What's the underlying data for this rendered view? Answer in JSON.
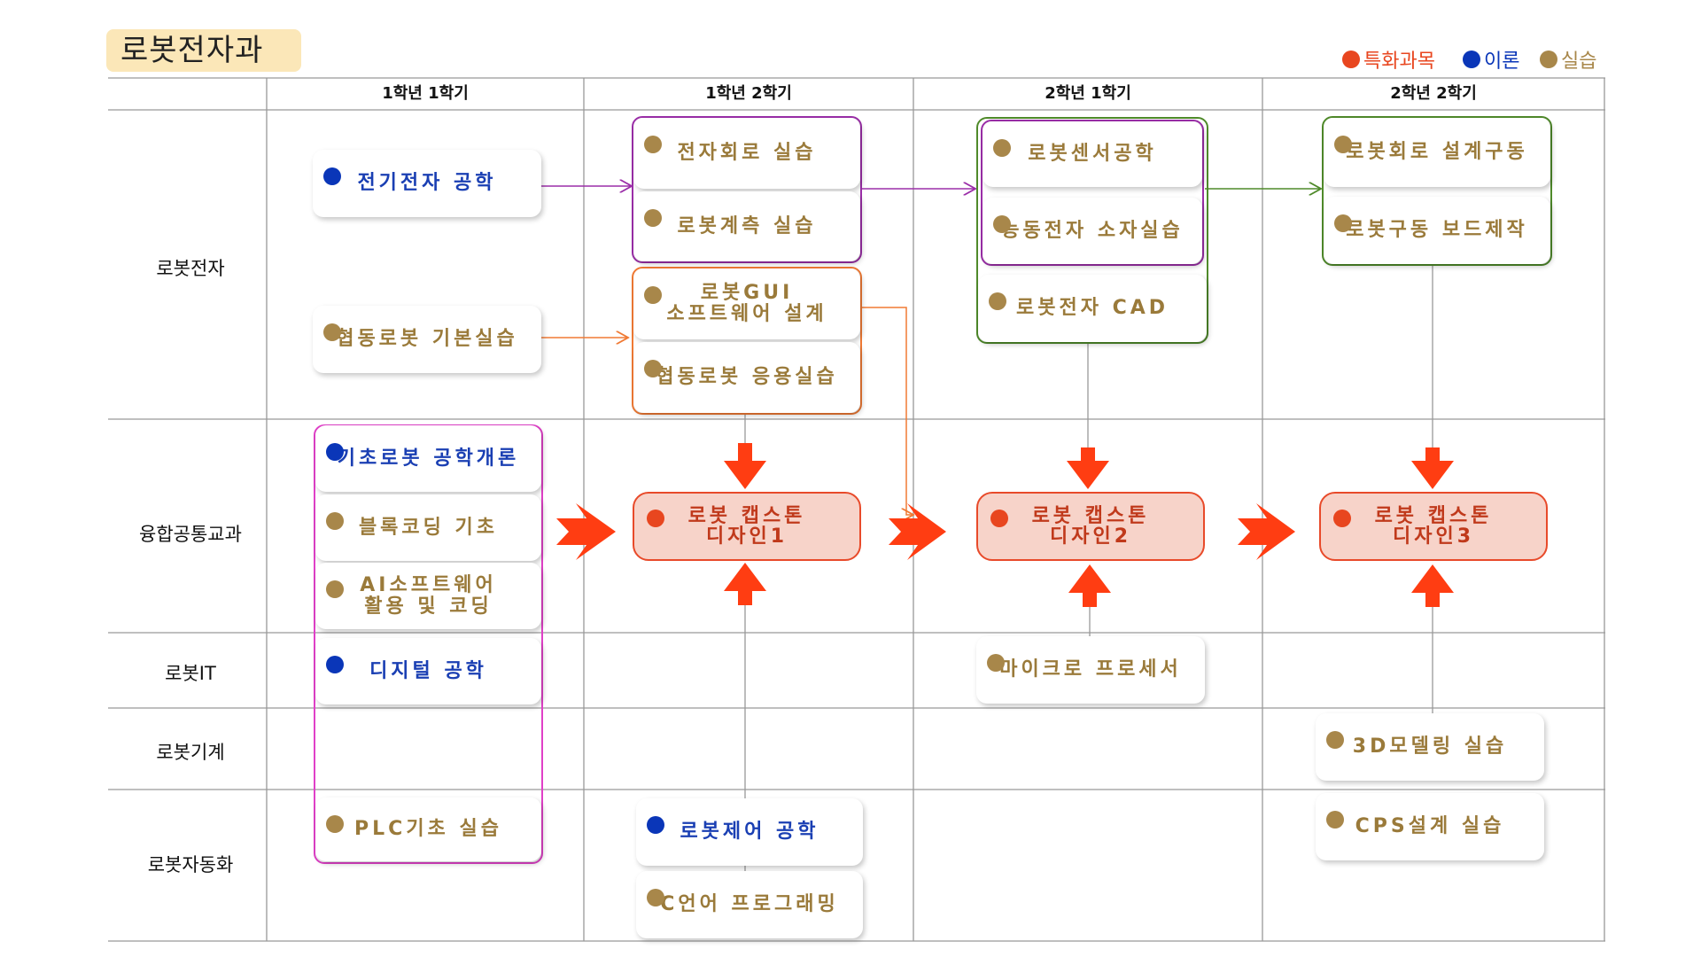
{
  "title": "로봇전자과",
  "legend": [
    {
      "label": "특화과목",
      "color": "#e8461f"
    },
    {
      "label": "이론",
      "color": "#0a36b8"
    },
    {
      "label": "실습",
      "color": "#a8874a"
    }
  ],
  "columns": [
    "1학년 1학기",
    "1학년 2학기",
    "2학년 1학기",
    "2학년 2학기"
  ],
  "rows": [
    "로봇전자",
    "융합공통교과",
    "로봇IT",
    "로봇기계",
    "로봇자동화"
  ],
  "courses": {
    "c_elec_eng": "전기전자 공학",
    "c_coop_basic": "협동로봇 기본실습",
    "c_basic_robot": "기초로봇 공학개론",
    "c_block": "블록코딩 기초",
    "c_ai_1": "AI소프트웨어",
    "c_ai_2": "활용 및 코딩",
    "c_digital": "디지털 공학",
    "c_plc": "PLC기초 실습",
    "c_circuit": "전자회로 실습",
    "c_measure": "로봇계측 실습",
    "c_gui_1": "로봇GUI",
    "c_gui_2": "소프트웨어 설계",
    "c_coop_app": "협동로봇 응용실습",
    "c_control": "로봇제어 공학",
    "c_clang": "C언어 프로그래밍",
    "c_sensor": "로봇센서공학",
    "c_active": "능동전자 소자실습",
    "c_cad": "로봇전자 CAD",
    "c_micro": "마이크로 프로세서",
    "c_rcircuit": "로봇회로 설계구동",
    "c_board": "로봇구동 보드제작",
    "c_3d": "3D모델링 실습",
    "c_cps": "CPS설계 실습"
  },
  "capstones": [
    {
      "line1": "로봇 캡스톤",
      "line2": "디자인1"
    },
    {
      "line1": "로봇 캡스톤",
      "line2": "디자인2"
    },
    {
      "line1": "로봇 캡스톤",
      "line2": "디자인3"
    }
  ]
}
